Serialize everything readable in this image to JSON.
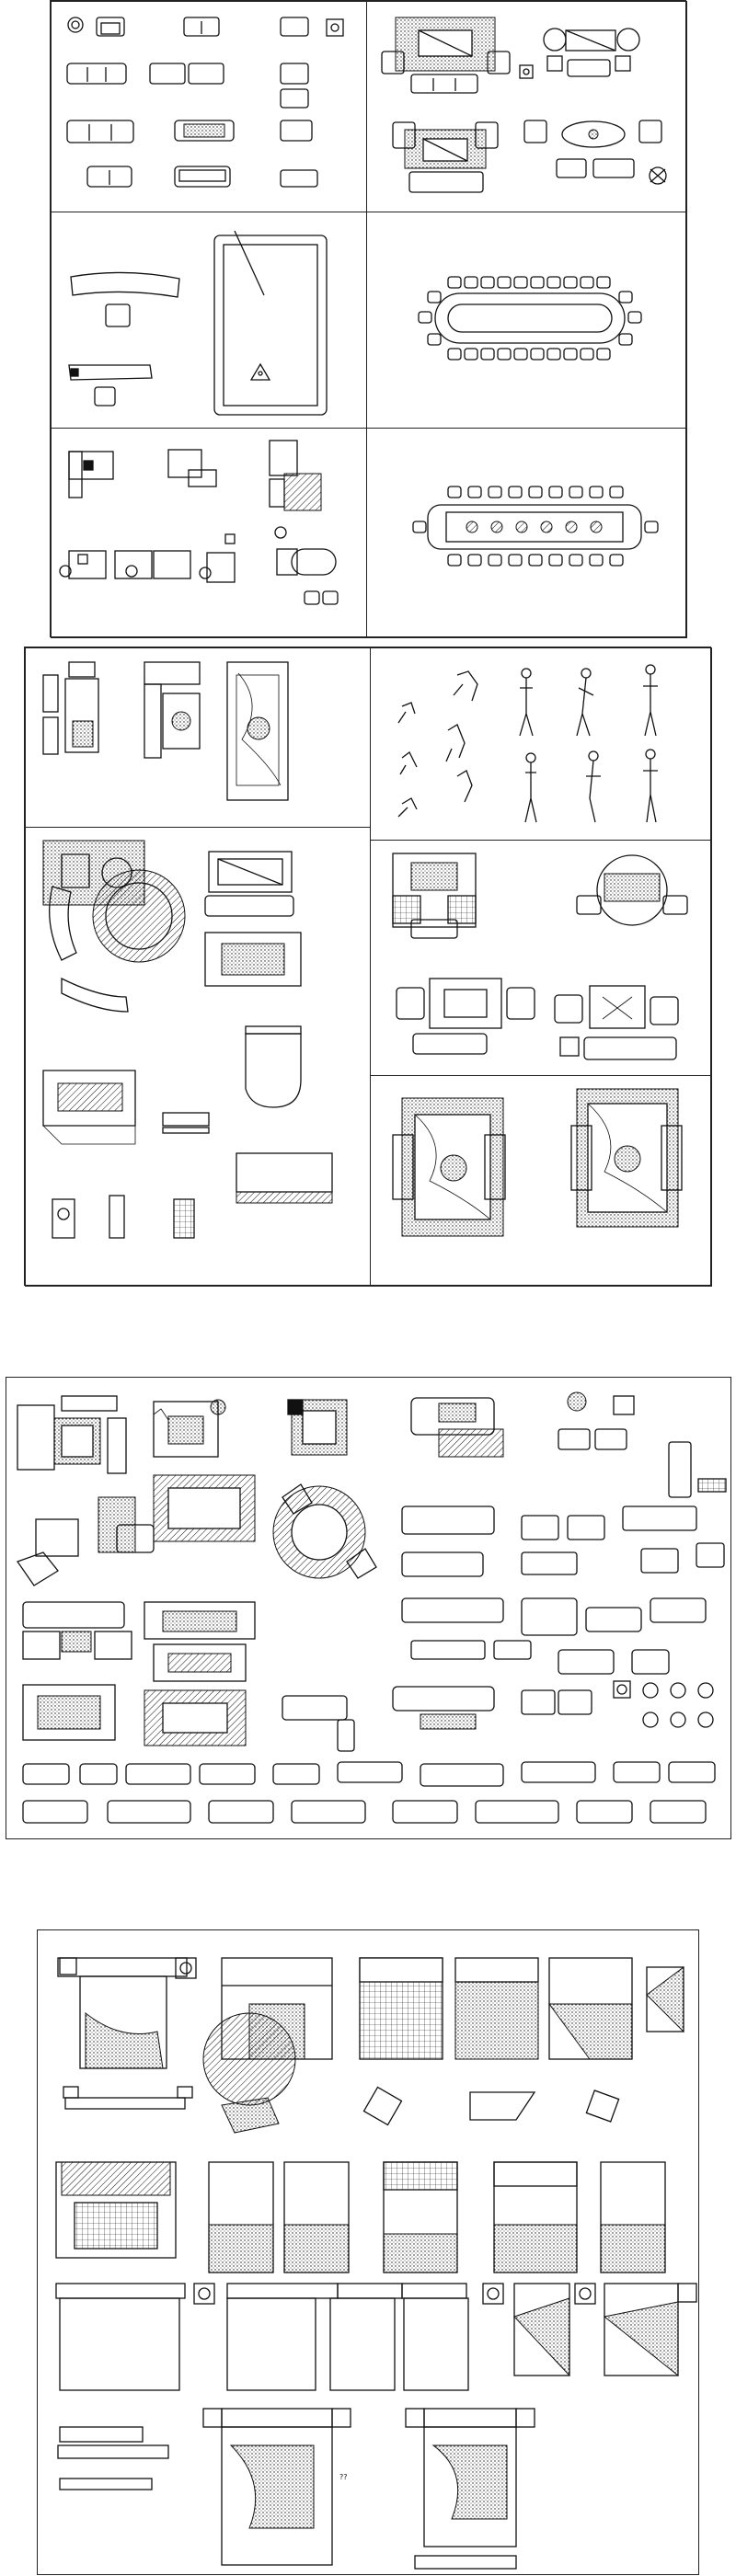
{
  "sheets": [
    {
      "id": "sheet-1",
      "title": ""
    },
    {
      "id": "sheet-2",
      "title": ""
    },
    {
      "id": "sheet-3",
      "title": ""
    },
    {
      "id": "sheet-4",
      "title": ""
    }
  ],
  "annotations": {
    "bed_label": "??"
  },
  "colors": {
    "line": "#111111",
    "background": "#ffffff"
  }
}
